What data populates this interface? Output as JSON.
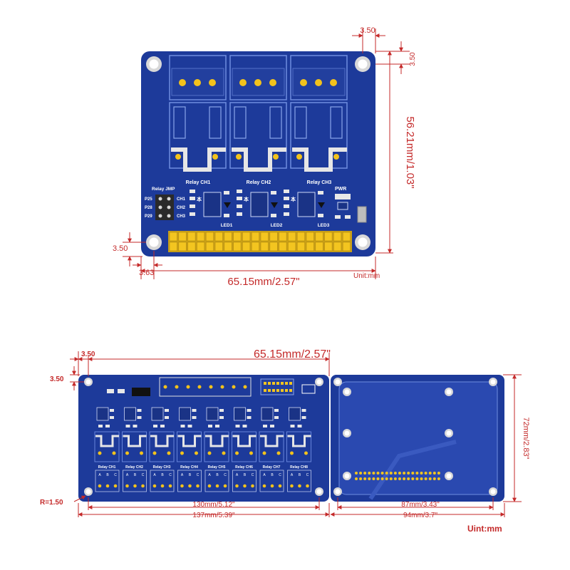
{
  "top_board": {
    "relay_labels": [
      "Relay CH1",
      "Relay CH2",
      "Relay CH3"
    ],
    "led_labels": [
      "LED1",
      "LED2",
      "LED3"
    ],
    "pwr_label": "PWR",
    "jumper_title": "Relay JMP",
    "jumper_pins": [
      "P25",
      "P28",
      "P29"
    ],
    "jumper_channels": [
      "CH1",
      "CH2",
      "CH3"
    ],
    "relay_symbol": "本",
    "dims": {
      "hole_offset_top": "3.50",
      "hole_offset_right": "3.50",
      "height": "56.21mm/1.03\"",
      "hole_offset_bottom": "3.50",
      "hole_offset_left": "3.63",
      "width": "65.15mm/2.57\"",
      "unit": "Unit:mm"
    }
  },
  "bottom_board": {
    "relay_labels": [
      "Relay CH1",
      "Relay CH2",
      "Relay CH3",
      "Relay CH4",
      "Relay CH5",
      "Relay CH6",
      "Relay CH7",
      "Relay CH8"
    ],
    "terminal_letters": [
      "A",
      "B",
      "C"
    ],
    "dims": {
      "hole_offset_left": "3.50",
      "width_top": "65.15mm/2.57\"",
      "hole_offset_top": "3.50",
      "radius": "R=1.50",
      "hole_span_left": "130mm/5.12\"",
      "width_left": "137mm/5.39\"",
      "hole_span_right": "87mm/3.43\"",
      "width_right": "94mm/3.7\"",
      "height_right": "72mm/2.83\"",
      "unit": "Uint:mm"
    }
  },
  "colors": {
    "board_blue": "#1d3a9a",
    "dimension_red": "#c42a2a",
    "header_yellow": "#f3c520",
    "silk_white": "#ffffff",
    "relay_outline": "#6f8de0"
  }
}
